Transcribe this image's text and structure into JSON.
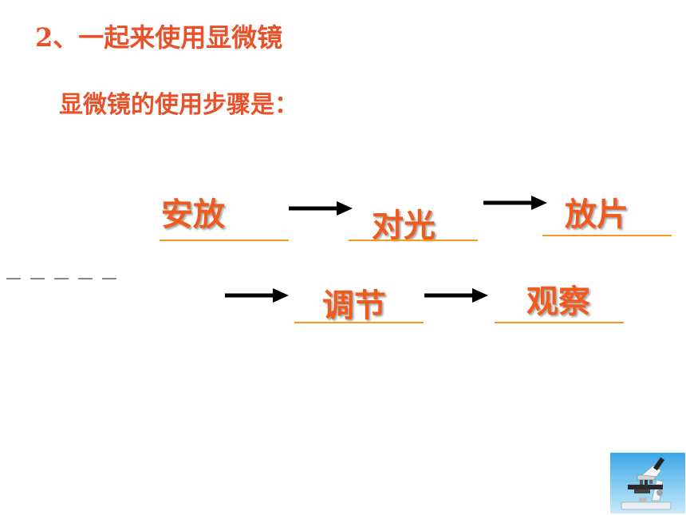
{
  "slide": {
    "title": "2、一起来使用显微镜",
    "subtitle": "显微镜的使用步骤是：",
    "steps": [
      "安放",
      "对光",
      "放片",
      "调节",
      "观察"
    ]
  },
  "colors": {
    "text_accent": "#e8522a",
    "step_text": "#ef5b1e",
    "underline": "#f59a1d",
    "arrow": "#000000"
  },
  "image": {
    "icon": "microscope-photo"
  }
}
